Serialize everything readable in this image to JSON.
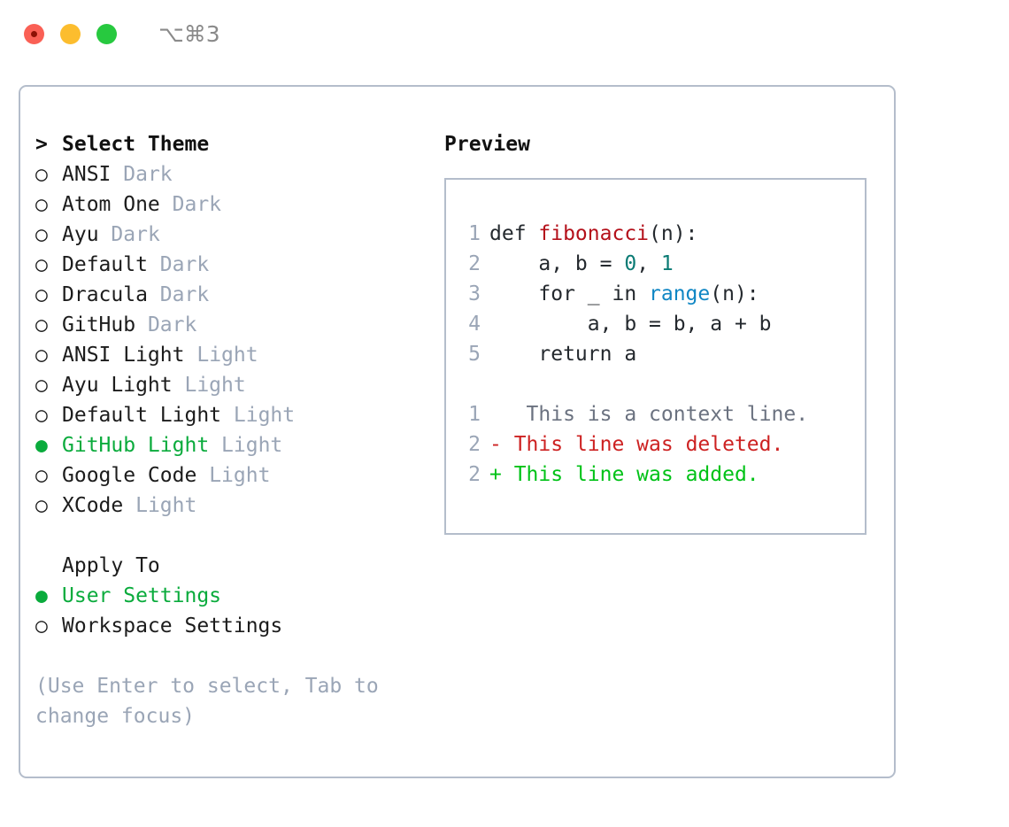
{
  "window": {
    "shortcut": "⌥⌘3",
    "traffic_lights": [
      {
        "name": "close",
        "color": "#fa6055"
      },
      {
        "name": "minimize",
        "color": "#fcbd2e"
      },
      {
        "name": "maximize",
        "color": "#27c93f"
      }
    ]
  },
  "colors": {
    "selected_green": "#0aab3c",
    "muted": "#9aa5b6",
    "border": "#b4bdcb",
    "diff_add": "#00c217",
    "diff_del": "#cd2222",
    "syntax_fn": "#b4101a",
    "syntax_num": "#0a7b74",
    "syntax_call": "#0f86c4"
  },
  "theme_list": {
    "header": "Select Theme",
    "header_prefix": ">",
    "bullet_selected": "●",
    "bullet_unselected": "○",
    "items": [
      {
        "label": "ANSI",
        "variant": "Dark",
        "selected": false
      },
      {
        "label": "Atom One",
        "variant": "Dark",
        "selected": false
      },
      {
        "label": "Ayu",
        "variant": "Dark",
        "selected": false
      },
      {
        "label": "Default",
        "variant": "Dark",
        "selected": false
      },
      {
        "label": "Dracula",
        "variant": "Dark",
        "selected": false
      },
      {
        "label": "GitHub",
        "variant": "Dark",
        "selected": false
      },
      {
        "label": "ANSI Light",
        "variant": "Light",
        "selected": false
      },
      {
        "label": "Ayu Light",
        "variant": "Light",
        "selected": false
      },
      {
        "label": "Default Light",
        "variant": "Light",
        "selected": false
      },
      {
        "label": "GitHub Light",
        "variant": "Light",
        "selected": true
      },
      {
        "label": "Google Code",
        "variant": "Light",
        "selected": false
      },
      {
        "label": "XCode",
        "variant": "Light",
        "selected": false
      }
    ]
  },
  "apply_to": {
    "header": "Apply To",
    "items": [
      {
        "label": "User Settings",
        "selected": true
      },
      {
        "label": "Workspace Settings",
        "selected": false
      }
    ]
  },
  "hint": "(Use Enter to select, Tab to change focus)",
  "preview": {
    "title": "Preview",
    "code_lines": [
      {
        "num": "1",
        "tokens": [
          {
            "text": "def ",
            "kind": "plain"
          },
          {
            "text": "fibonacci",
            "kind": "fn"
          },
          {
            "text": "(n):",
            "kind": "plain"
          }
        ]
      },
      {
        "num": "2",
        "tokens": [
          {
            "text": "    a, b = ",
            "kind": "plain"
          },
          {
            "text": "0",
            "kind": "num"
          },
          {
            "text": ", ",
            "kind": "plain"
          },
          {
            "text": "1",
            "kind": "num"
          }
        ]
      },
      {
        "num": "3",
        "tokens": [
          {
            "text": "    for _ in ",
            "kind": "plain"
          },
          {
            "text": "range",
            "kind": "call"
          },
          {
            "text": "(n):",
            "kind": "plain"
          }
        ]
      },
      {
        "num": "4",
        "tokens": [
          {
            "text": "        a, b = b, a + b",
            "kind": "plain"
          }
        ]
      },
      {
        "num": "5",
        "tokens": [
          {
            "text": "    return a",
            "kind": "plain"
          }
        ]
      }
    ],
    "diff_lines": [
      {
        "num": "1",
        "marker": " ",
        "text": "  This is a context line.",
        "kind": "ctx"
      },
      {
        "num": "2",
        "marker": "-",
        "text": " This line was deleted.",
        "kind": "del"
      },
      {
        "num": "2",
        "marker": "+",
        "text": " This line was added.",
        "kind": "add"
      }
    ]
  }
}
